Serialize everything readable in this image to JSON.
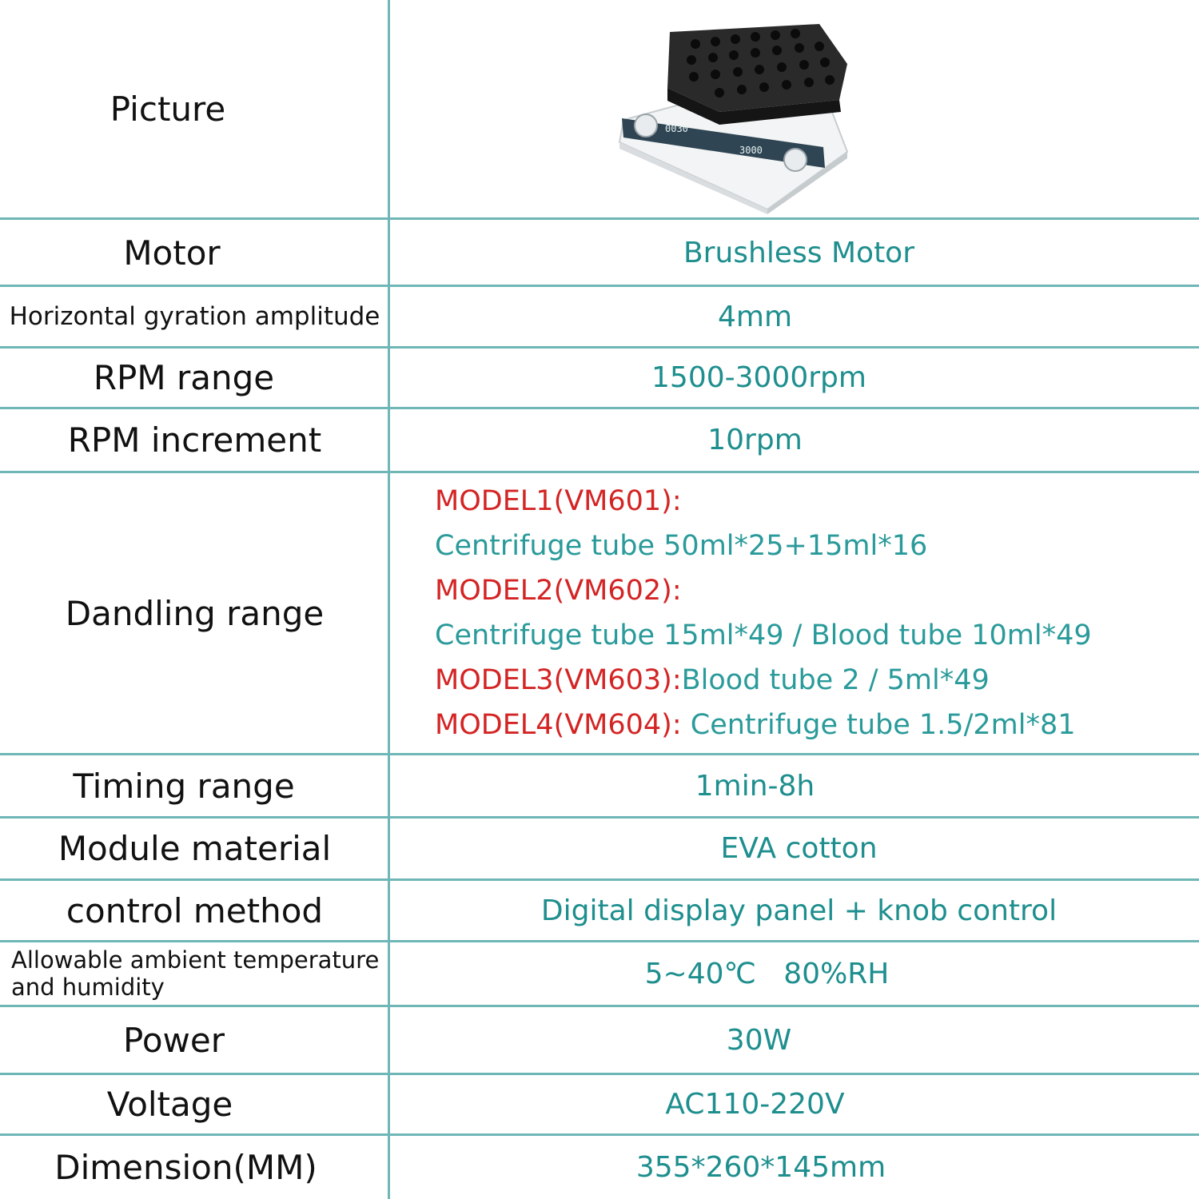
{
  "rows": {
    "picture": {
      "label": "Picture"
    },
    "motor": {
      "label": "Motor",
      "value": "Brushless Motor"
    },
    "amplitude": {
      "label": "Horizontal gyration amplitude",
      "value": "4mm"
    },
    "rpm_range": {
      "label": "RPM range",
      "value": "1500-3000rpm"
    },
    "rpm_increment": {
      "label": "RPM increment",
      "value": "10rpm"
    },
    "dandling": {
      "label": "Dandling range",
      "models": [
        {
          "red": "MODEL1(VM601):",
          "teal": ""
        },
        {
          "red": "",
          "teal": "Centrifuge tube 50ml*25+15ml*16"
        },
        {
          "red": "MODEL2(VM602):",
          "teal": ""
        },
        {
          "red": "",
          "teal": "Centrifuge tube 15ml*49 / Blood tube 10ml*49"
        },
        {
          "red": "MODEL3(VM603):",
          "teal": "Blood tube 2 / 5ml*49"
        },
        {
          "red": "MODEL4(VM604):",
          "teal": " Centrifuge tube 1.5/2ml*81"
        }
      ]
    },
    "timing": {
      "label": "Timing range",
      "value": "1min-8h"
    },
    "module": {
      "label": "Module material",
      "value": "EVA cotton"
    },
    "control": {
      "label": "control method",
      "value": "Digital display panel + knob control"
    },
    "ambient": {
      "label_line1": "Allowable ambient temperature",
      "label_line2": "and humidity",
      "value": "5~40℃   80%RH"
    },
    "power": {
      "label": "Power",
      "value": "30W"
    },
    "voltage": {
      "label": "Voltage",
      "value": "AC110-220V"
    },
    "dimension": {
      "label": "Dimension(MM)",
      "value": "355*260*145mm"
    }
  },
  "device_display": {
    "left_readout": "0030",
    "right_readout": "3000"
  },
  "colors": {
    "grid": "#6fb7b7",
    "value_text": "#1e8e8e",
    "model_red": "#d42424"
  }
}
